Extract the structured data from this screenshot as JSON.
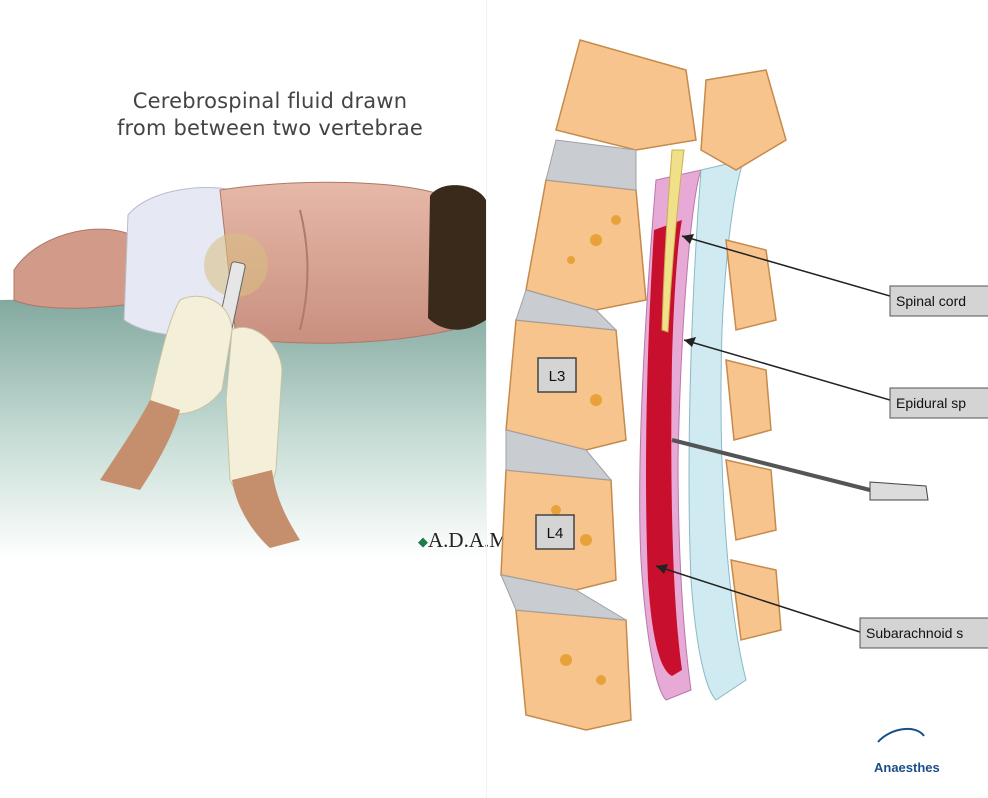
{
  "left": {
    "caption_line1": "Cerebrospinal fluid drawn",
    "caption_line2": "from between two vertebrae",
    "logo": "A.D.A.M."
  },
  "right": {
    "vertebra_labels": [
      "L3",
      "L4"
    ],
    "callouts": [
      "Spinal cord",
      "Epidural sp",
      "Subarachnoid s"
    ],
    "brand": "Anaesthes"
  },
  "colors": {
    "bone": "#f7c48e",
    "bone_spot": "#e8a23a",
    "disc": "#c9ccd1",
    "csf_red": "#c8102e",
    "dura_pink": "#e7a9d6",
    "epidural_blue": "#cfeaf0",
    "label_box": "#d4d4d4",
    "sheet": "#a8c5bd",
    "skin": "#d9a696"
  }
}
